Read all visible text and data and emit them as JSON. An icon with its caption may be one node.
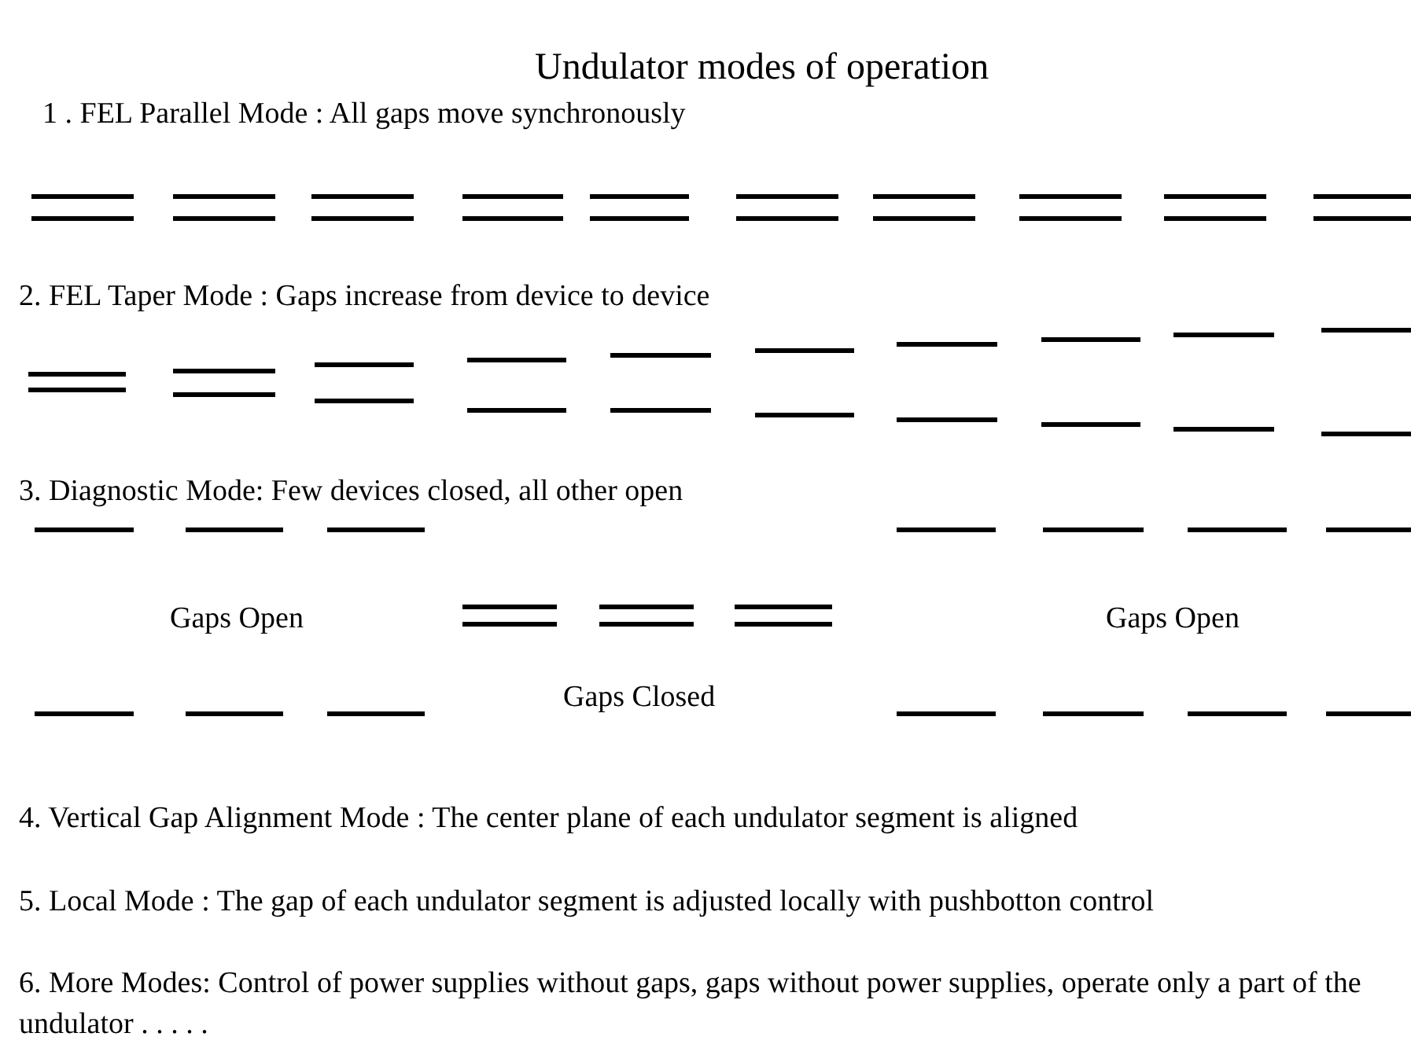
{
  "diagram": {
    "title": "Undulator modes of operation",
    "labels": [
      "1 . FEL Parallel Mode : All gaps move synchronously",
      "2. FEL Taper Mode : Gaps increase from device to device",
      "3. Diagnostic Mode: Few devices closed, all other open",
      "Gaps Open",
      "Gaps Open",
      "Gaps Closed",
      "4. Vertical Gap Alignment Mode : The center plane of each undulator segment is aligned",
      "5. Local Mode : The gap of each undulator segment is adjusted locally with pushbotton control",
      "6. More Modes: Control of power supplies without gaps, gaps without power supplies, operate only a part of the undulator . . . . ."
    ]
  }
}
